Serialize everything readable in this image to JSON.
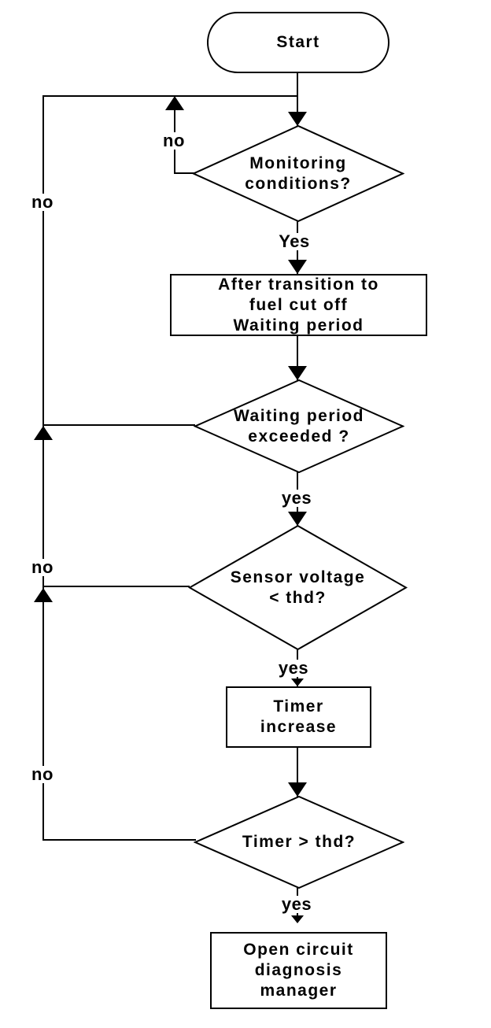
{
  "diagram": {
    "type": "flowchart",
    "background": "#ffffff",
    "line_color": "#000000",
    "text_color": "#000000"
  },
  "nodes": {
    "start": {
      "shape": "terminator",
      "text": "Start"
    },
    "monitoring_conditions": {
      "shape": "decision",
      "text": "Monitoring\nconditions?"
    },
    "after_transition": {
      "shape": "process",
      "text": "After transition to\nfuel cut off\nWaiting period"
    },
    "waiting_period": {
      "shape": "decision",
      "text": "Waiting period\nexceeded ?"
    },
    "sensor_voltage": {
      "shape": "decision",
      "text": "Sensor voltage\n< thd?"
    },
    "timer_increase": {
      "shape": "process",
      "text": "Timer\nincrease"
    },
    "timer_threshold": {
      "shape": "decision",
      "text": "Timer > thd?"
    },
    "open_circuit": {
      "shape": "process",
      "text": "Open circuit\ndiagnosis\nmanager"
    }
  },
  "edge_labels": {
    "monitoring_yes": "Yes",
    "monitoring_no": "no",
    "waiting_yes": "yes",
    "waiting_no": "no",
    "sensor_yes": "yes",
    "sensor_no": "no",
    "timer_yes": "yes",
    "timer_no": "no"
  }
}
